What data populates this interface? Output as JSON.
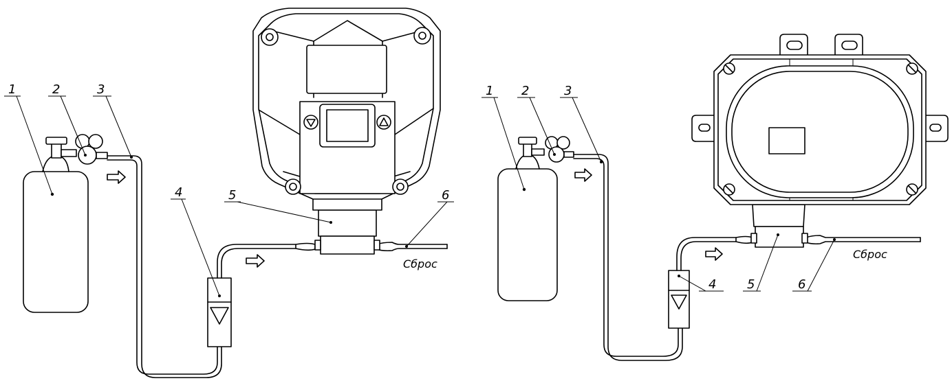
{
  "diagrams": [
    {
      "id": "left",
      "labels": {
        "l1": "1",
        "l2": "2",
        "l3": "3",
        "l4": "4",
        "l5": "5",
        "l6": "6"
      },
      "vent": "Сброс"
    },
    {
      "id": "right",
      "labels": {
        "l1": "1",
        "l2": "2",
        "l3": "3",
        "l4": "4",
        "l5": "5",
        "l6": "6"
      },
      "vent": "Сброс"
    }
  ]
}
